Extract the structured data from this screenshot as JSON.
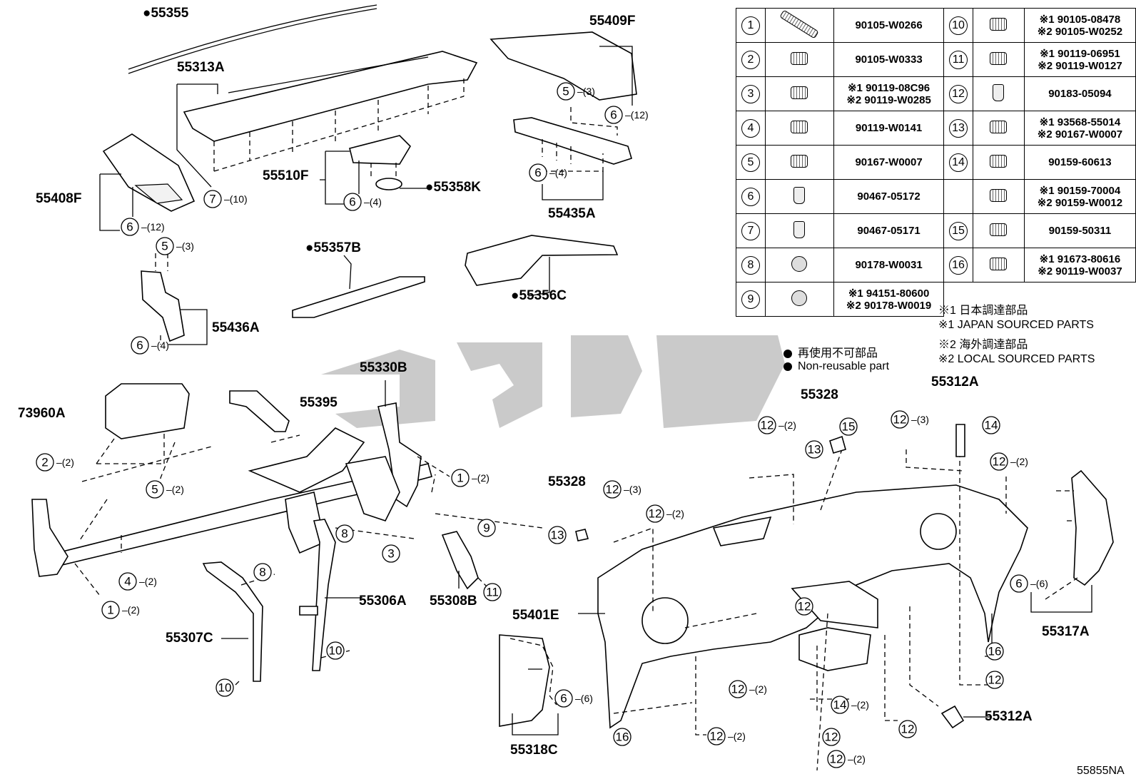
{
  "diagram_code": "55855NA",
  "watermark": "قطعه",
  "parts": [
    {
      "id": "p55355",
      "label": "●55355"
    },
    {
      "id": "p55313A",
      "label": "55313A"
    },
    {
      "id": "p55409F",
      "label": "55409F"
    },
    {
      "id": "p55408F",
      "label": "55408F"
    },
    {
      "id": "p55510F",
      "label": "55510F"
    },
    {
      "id": "p55358K",
      "label": "●55358K"
    },
    {
      "id": "p55435A",
      "label": "55435A"
    },
    {
      "id": "p55357B",
      "label": "●55357B"
    },
    {
      "id": "p55356C",
      "label": "●55356C"
    },
    {
      "id": "p55436A",
      "label": "55436A"
    },
    {
      "id": "p55330B",
      "label": "55330B"
    },
    {
      "id": "p55395",
      "label": "55395"
    },
    {
      "id": "p73960A",
      "label": "73960A"
    },
    {
      "id": "p55306A",
      "label": "55306A"
    },
    {
      "id": "p55307C",
      "label": "55307C"
    },
    {
      "id": "p55308B",
      "label": "55308B"
    },
    {
      "id": "p55328a",
      "label": "55328"
    },
    {
      "id": "p55328b",
      "label": "55328"
    },
    {
      "id": "p55312Aa",
      "label": "55312A"
    },
    {
      "id": "p55312Ab",
      "label": "55312A"
    },
    {
      "id": "p55401E",
      "label": "55401E"
    },
    {
      "id": "p55317A",
      "label": "55317A"
    },
    {
      "id": "p55318C",
      "label": "55318C"
    }
  ],
  "callouts": [
    {
      "n": "5",
      "qty": "(3)"
    },
    {
      "n": "6",
      "qty": "(12)"
    },
    {
      "n": "7",
      "qty": "(10)"
    },
    {
      "n": "6",
      "qty": "(12)"
    },
    {
      "n": "6",
      "qty": "(4)"
    },
    {
      "n": "6",
      "qty": "(4)"
    },
    {
      "n": "5",
      "qty": "(3)"
    },
    {
      "n": "6",
      "qty": "(4)"
    },
    {
      "n": "2",
      "qty": "(2)"
    },
    {
      "n": "5",
      "qty": "(2)"
    },
    {
      "n": "1",
      "qty": "(2)"
    },
    {
      "n": "4",
      "qty": "(2)"
    },
    {
      "n": "1",
      "qty": "(2)"
    },
    {
      "n": "8",
      "qty": ""
    },
    {
      "n": "9",
      "qty": ""
    },
    {
      "n": "3",
      "qty": ""
    },
    {
      "n": "8",
      "qty": ""
    },
    {
      "n": "11",
      "qty": ""
    },
    {
      "n": "10",
      "qty": ""
    },
    {
      "n": "10",
      "qty": ""
    },
    {
      "n": "12",
      "qty": "(2)"
    },
    {
      "n": "15",
      "qty": ""
    },
    {
      "n": "13",
      "qty": ""
    },
    {
      "n": "12",
      "qty": "(3)"
    },
    {
      "n": "14",
      "qty": ""
    },
    {
      "n": "12",
      "qty": "(2)"
    },
    {
      "n": "12",
      "qty": "(3)"
    },
    {
      "n": "12",
      "qty": "(2)"
    },
    {
      "n": "13",
      "qty": ""
    },
    {
      "n": "12",
      "qty": ""
    },
    {
      "n": "6",
      "qty": "(6)"
    },
    {
      "n": "16",
      "qty": ""
    },
    {
      "n": "12",
      "qty": ""
    },
    {
      "n": "12",
      "qty": "(2)"
    },
    {
      "n": "14",
      "qty": "(2)"
    },
    {
      "n": "6",
      "qty": "(6)"
    },
    {
      "n": "16",
      "qty": ""
    },
    {
      "n": "12",
      "qty": "(2)"
    },
    {
      "n": "12",
      "qty": ""
    },
    {
      "n": "12",
      "qty": ""
    },
    {
      "n": "12",
      "qty": "(2)"
    }
  ],
  "fastener_table": [
    {
      "l_ref": "1",
      "l_icon": "long-bolt-icon",
      "l_pn": [
        "90105-W0266"
      ],
      "r_ref": "10",
      "r_icon": "bolt-icon",
      "r_pn": [
        "※1 90105-08478",
        "※2 90105-W0252"
      ]
    },
    {
      "l_ref": "2",
      "l_icon": "bolt-icon",
      "l_pn": [
        "90105-W0333"
      ],
      "r_ref": "11",
      "r_icon": "bolt-icon",
      "r_pn": [
        "※1 90119-06951",
        "※2 90119-W0127"
      ]
    },
    {
      "l_ref": "3",
      "l_icon": "bolt-icon",
      "l_pn": [
        "※1 90119-08C96",
        "※2 90119-W0285"
      ],
      "r_ref": "12",
      "r_icon": "clip-icon",
      "r_pn": [
        "90183-05094"
      ]
    },
    {
      "l_ref": "4",
      "l_icon": "bolt-icon",
      "l_pn": [
        "90119-W0141"
      ],
      "r_ref": "13",
      "r_icon": "screw-icon",
      "r_pn": [
        "※1 93568-55014",
        "※2 90167-W0007"
      ]
    },
    {
      "l_ref": "5",
      "l_icon": "screw-icon",
      "l_pn": [
        "90167-W0007"
      ],
      "r_ref": "14",
      "r_icon": "screw-icon",
      "r_pn": [
        "90159-60613"
      ]
    },
    {
      "l_ref": "6",
      "l_icon": "clip-icon",
      "l_pn": [
        "90467-05172"
      ],
      "r_ref": "",
      "r_icon": "screw-icon",
      "r_pn": [
        "※1 90159-70004",
        "※2 90159-W0012"
      ]
    },
    {
      "l_ref": "7",
      "l_icon": "clip-icon",
      "l_pn": [
        "90467-05171"
      ],
      "r_ref": "15",
      "r_icon": "screw-icon",
      "r_pn": [
        "90159-50311"
      ]
    },
    {
      "l_ref": "8",
      "l_icon": "nut-icon",
      "l_pn": [
        "90178-W0031"
      ],
      "r_ref": "16",
      "r_icon": "screw-icon",
      "r_pn": [
        "※1 91673-80616",
        "※2 90119-W0037"
      ]
    },
    {
      "l_ref": "9",
      "l_icon": "nut-icon",
      "l_pn": [
        "※1 94151-80600",
        "※2 90178-W0019"
      ]
    }
  ],
  "legend": {
    "jp_sourced_jp": "※1 日本調達部品",
    "jp_sourced_en": "※1 JAPAN SOURCED PARTS",
    "local_sourced_jp": "※2 海外調達部品",
    "local_sourced_en": "※2 LOCAL SOURCED PARTS",
    "non_reusable_jp": "再使用不可部品",
    "non_reusable_en": "Non-reusable part"
  }
}
